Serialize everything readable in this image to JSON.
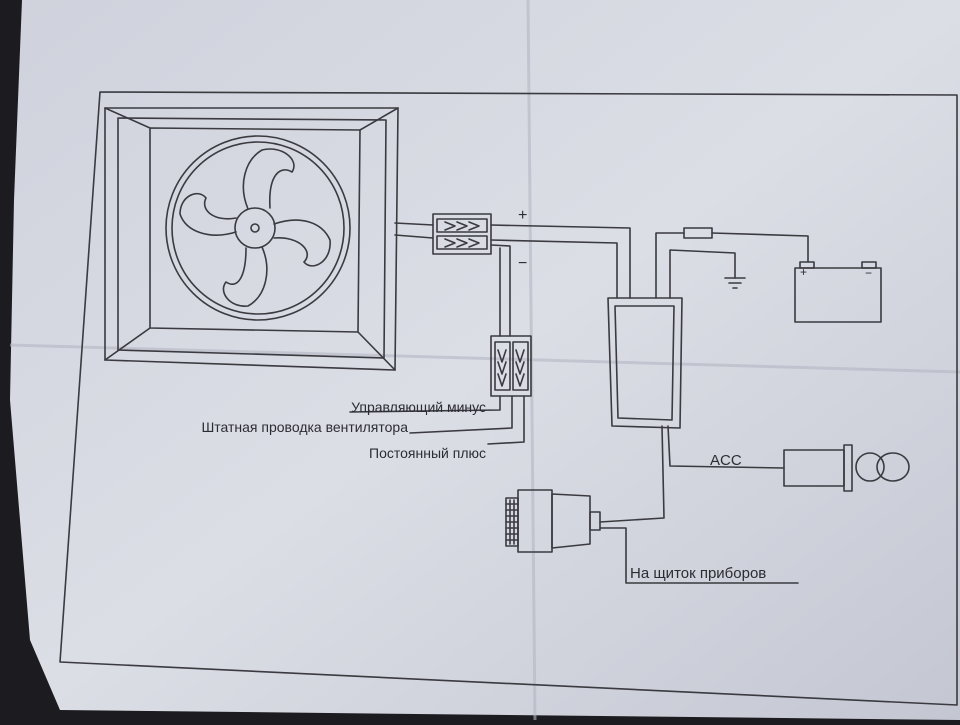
{
  "labels": {
    "control_minus": "Управляющий минус",
    "stock_fan_wiring": "Штатная проводка вентилятора",
    "constant_plus": "Постоянный плюс",
    "acc": "ACC",
    "to_dashboard": "На щиток приборов",
    "plus_mark": "+",
    "minus_mark": "−",
    "battery_plus": "+",
    "battery_minus": "−"
  },
  "colors": {
    "paper": "#d9dbe3",
    "paper_shadow": "#b9bcc8",
    "ink": "#3a3a40",
    "text": "#2c2c33",
    "background": "#1c1c20"
  }
}
